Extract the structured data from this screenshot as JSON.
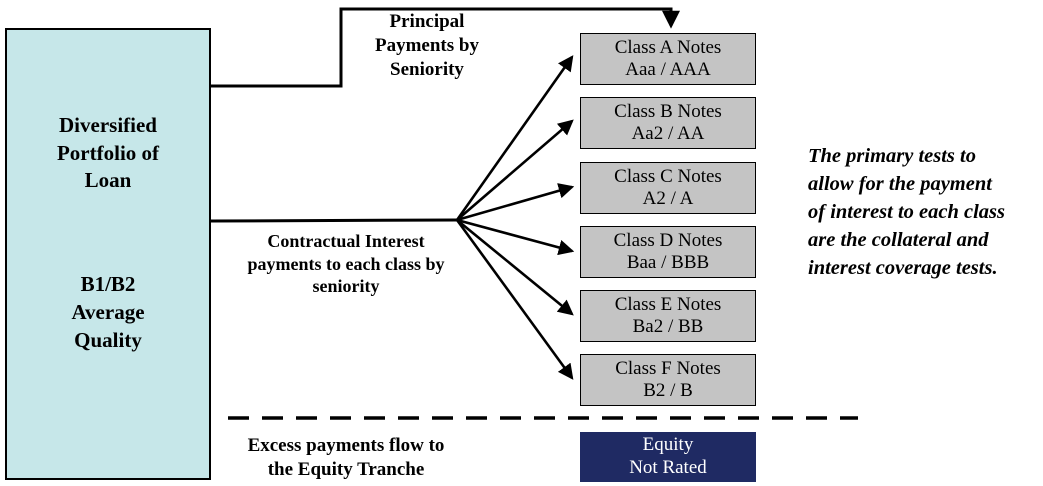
{
  "portfolio_box": {
    "title": "Diversified\nPortfolio of\nLoan",
    "quality": "B1/B2\nAverage\nQuality"
  },
  "flow_labels": {
    "principal": "Principal\nPayments by\nSeniority",
    "interest": "Contractual Interest\npayments to each class by\nseniority",
    "excess": "Excess payments flow to\nthe Equity Tranche"
  },
  "notes": [
    {
      "name": "Class A Notes",
      "rating": "Aaa / AAA"
    },
    {
      "name": "Class B Notes",
      "rating": "Aa2 / AA"
    },
    {
      "name": "Class C Notes",
      "rating": "A2 / A"
    },
    {
      "name": "Class D Notes",
      "rating": "Baa / BBB"
    },
    {
      "name": "Class E Notes",
      "rating": "Ba2 / BB"
    },
    {
      "name": "Class F Notes",
      "rating": "B2 / B"
    }
  ],
  "equity_box": {
    "label": "Equity\nNot Rated"
  },
  "annotation": "The primary tests to\nallow for the payment\nof interest to each class\nare the collateral and\ninterest coverage tests.",
  "colors": {
    "portfolio_fill": "#c6e7e9",
    "note_fill": "#c4c4c4",
    "equity_fill": "#1f2a63",
    "line": "#000000",
    "background": "#ffffff"
  }
}
